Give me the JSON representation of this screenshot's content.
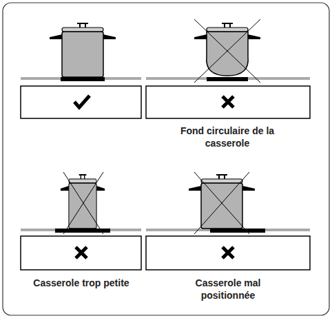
{
  "diagram": {
    "labels": [
      "Fond circulaire de la casserole",
      "Casserole trop petite",
      "Casserole mal positionnée"
    ]
  }
}
